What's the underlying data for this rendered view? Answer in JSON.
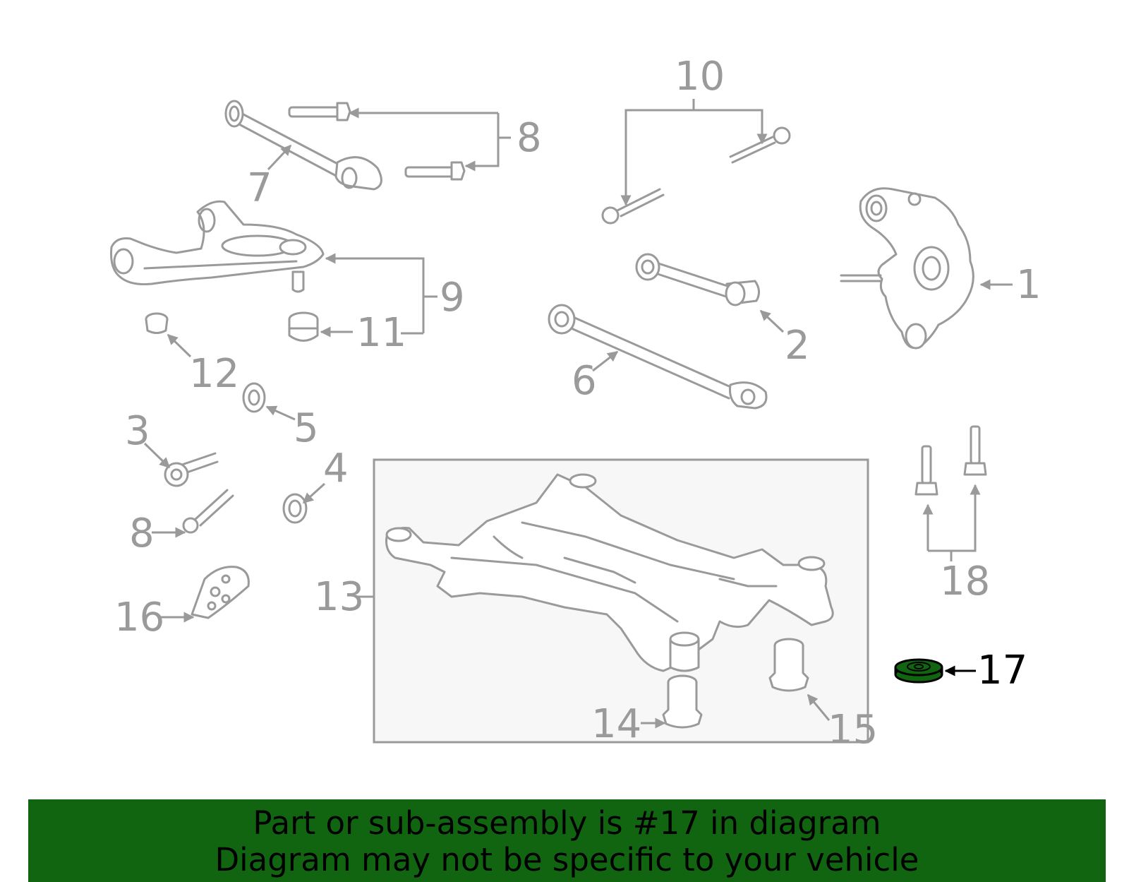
{
  "diagram": {
    "callouts": {
      "c1": "1",
      "c2": "2",
      "c3": "3",
      "c4": "4",
      "c5": "5",
      "c6": "6",
      "c7": "7",
      "c8a": "8",
      "c8b": "8",
      "c9": "9",
      "c10": "10",
      "c11": "11",
      "c12": "12",
      "c13": "13",
      "c14": "14",
      "c15": "15",
      "c16": "16",
      "c17": "17",
      "c18": "18"
    },
    "highlighted_part": "17",
    "colors": {
      "part_gray": "#9a9a9a",
      "highlight_green": "#116511",
      "inset_bg": "#f7f7f7"
    }
  },
  "banner": {
    "line1": "Part or sub-assembly is #17 in diagram",
    "line2": "Diagram may not be specific to your vehicle"
  }
}
